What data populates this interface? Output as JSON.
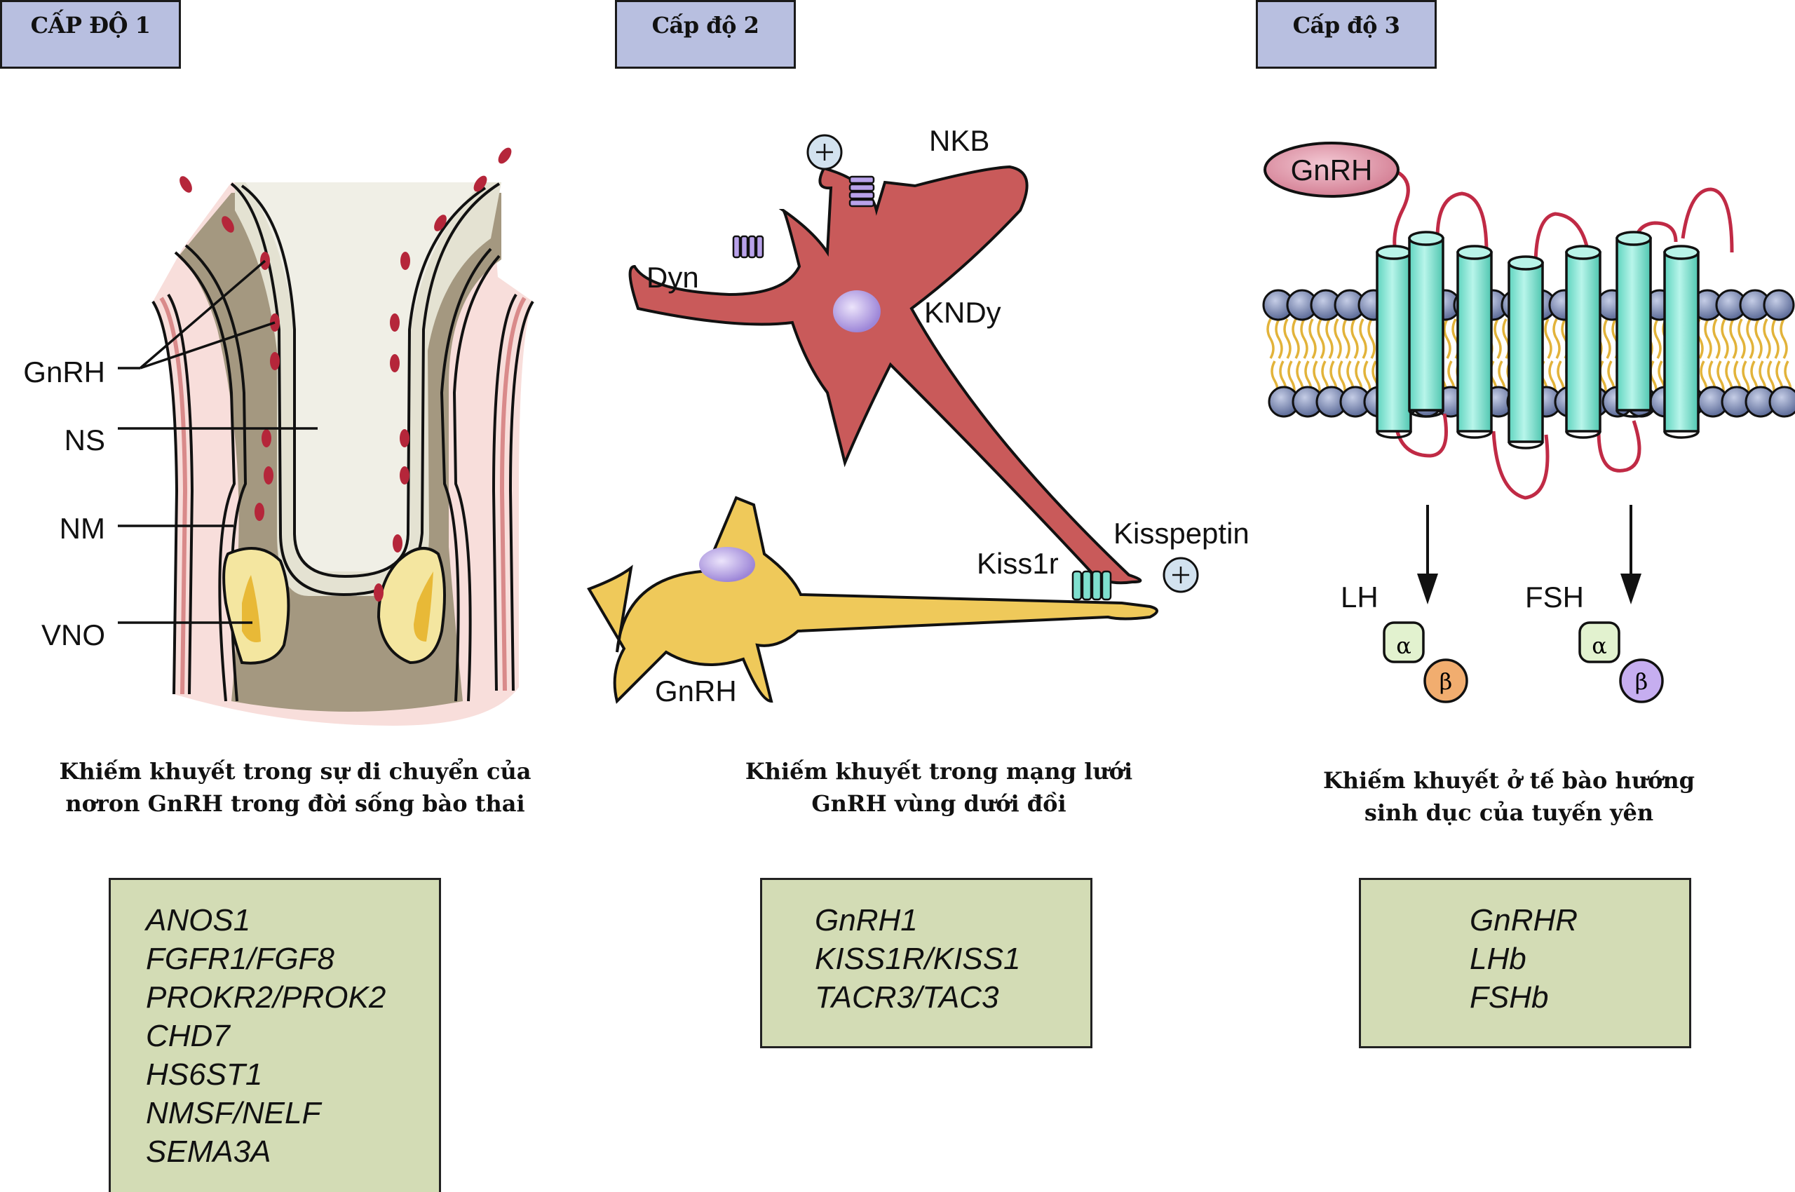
{
  "levels": [
    {
      "title": "CẤP ĐỘ 1",
      "caption_lines": [
        "Khiếm khuyết trong sự di chuyển của",
        "nơron GnRH trong đời sống bào thai"
      ],
      "genes": [
        "ANOS1",
        "FGFR1/FGF8",
        "PROKR2/PROK2",
        "CHD7",
        "HS6ST1",
        "NMSF/NELF",
        "SEMA3A"
      ],
      "diagram_labels": {
        "gnrh": "GnRH",
        "ns": "NS",
        "nm": "NM",
        "vno": "VNO"
      }
    },
    {
      "title": "Cấp độ 2",
      "caption_lines": [
        "Khiếm khuyết trong mạng lưới",
        "GnRH vùng dưới đồi"
      ],
      "genes": [
        "GnRH1",
        "KISS1R/KISS1",
        "TACR3/TAC3"
      ],
      "diagram_labels": {
        "nkb": "NKB",
        "dyn": "Dyn",
        "kndy": "KNDy",
        "kisspeptin": "Kisspeptin",
        "kiss1r": "Kiss1r",
        "gnrh": "GnRH",
        "plus": "+"
      }
    },
    {
      "title": "Cấp độ 3",
      "caption_lines": [
        "Khiếm khuyết ở tế bào hướng",
        "sinh dục của tuyến yên"
      ],
      "genes": [
        "GnRHR",
        "LHb",
        "FSHb"
      ],
      "diagram_labels": {
        "gnrh": "GnRH",
        "lh": "LH",
        "fsh": "FSH",
        "alpha": "α",
        "beta": "β"
      }
    }
  ],
  "colors": {
    "header_box": "#b8bfe0",
    "gene_box": "#d3dcb5",
    "gnrh_cell": "#b5263a",
    "kndy_neuron": "#c95a5a",
    "gnrh_neuron": "#efc95a",
    "receptor": "#7fe0cf",
    "lipid_head": "#6b7aa6"
  }
}
